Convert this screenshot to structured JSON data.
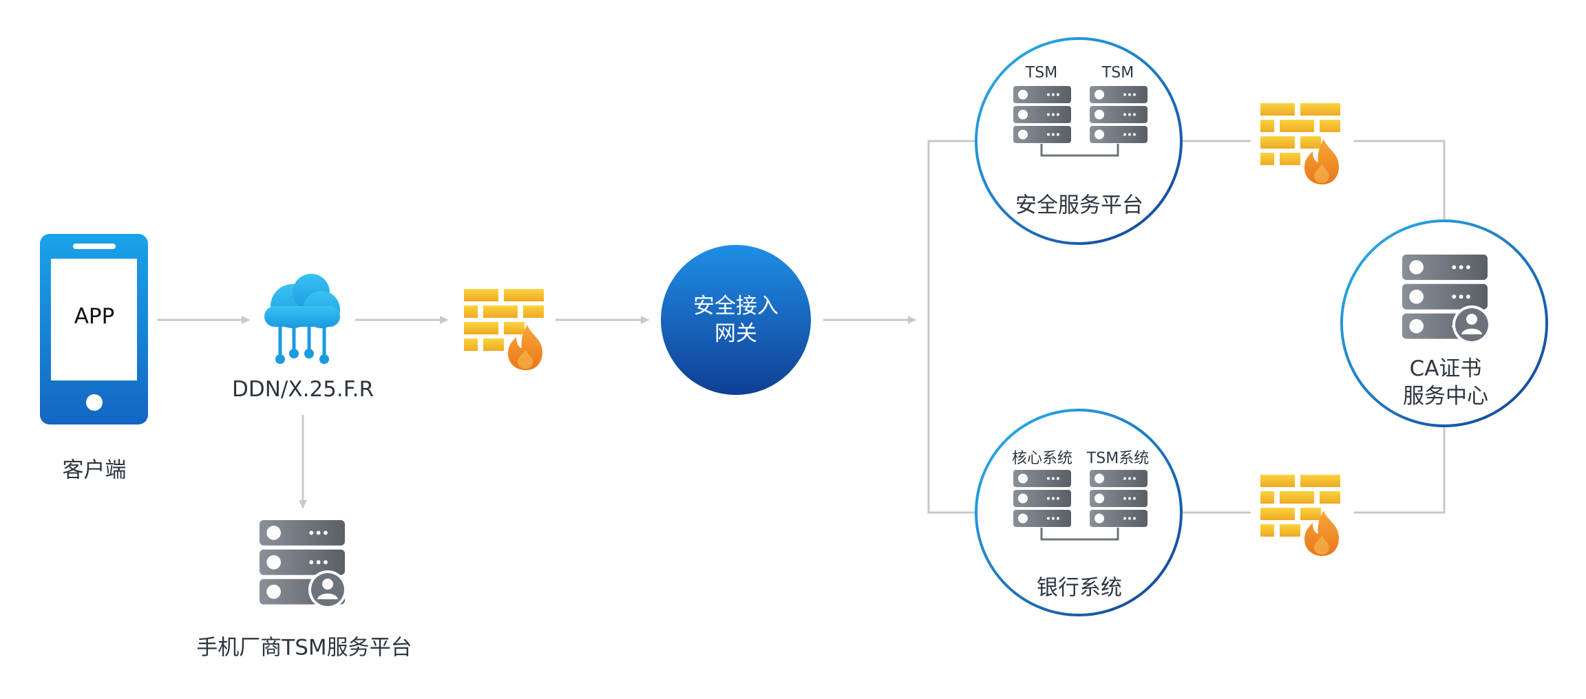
{
  "colors": {
    "connector": "#c8c8c8",
    "ring_blue": "#1565c0",
    "ring_light": "#29b6f6",
    "gateway_fill_top": "#1e88e5",
    "gateway_fill_bottom": "#0d3d91",
    "firewall_yellow": "#f6c531",
    "firewall_orange": "#f08a1c",
    "server_gray": "#6e737b",
    "text_dark": "#2c3540"
  },
  "icons": {
    "phone": "mobile-phone-icon",
    "cloud": "cloud-network-icon",
    "firewall": "firewall-icon",
    "server": "server-rack-icon",
    "user_badge": "user-avatar-icon"
  },
  "client": {
    "app_label": "APP",
    "caption": "客户端"
  },
  "network": {
    "label": "DDN/X.25.F.R"
  },
  "vendor_tsm": {
    "caption": "手机厂商TSM服务平台"
  },
  "gateway": {
    "line1": "安全接入",
    "line2": "网关"
  },
  "security_platform": {
    "caption": "安全服务平台",
    "server_left": "TSM",
    "server_right": "TSM"
  },
  "bank_system": {
    "caption": "银行系统",
    "server_left": "核心系统",
    "server_right": "TSM系统"
  },
  "ca_center": {
    "line1": "CA证书",
    "line2": "服务中心"
  }
}
